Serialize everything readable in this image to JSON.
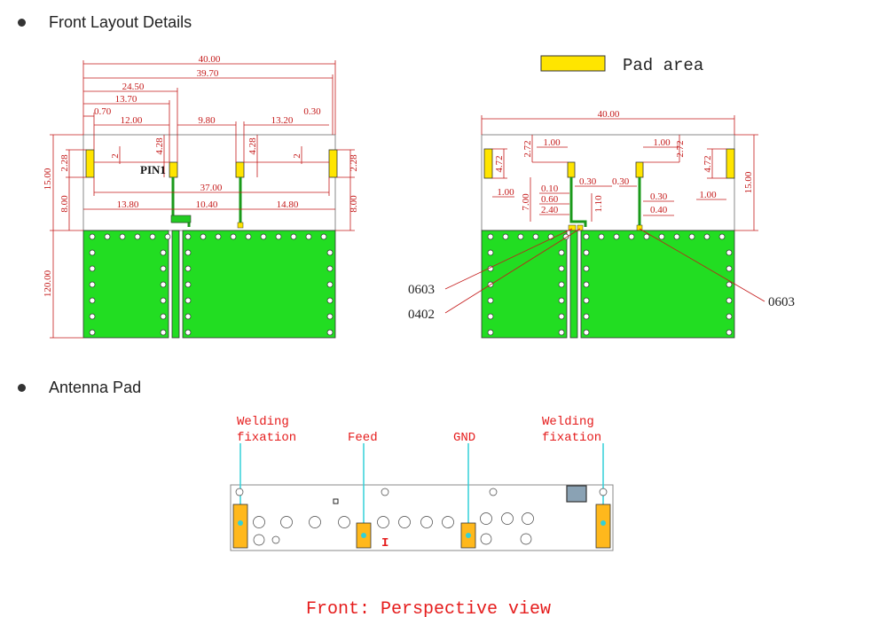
{
  "sections": {
    "front_layout": "Front Layout Details",
    "antenna_pad": "Antenna Pad"
  },
  "legend": {
    "pad_area": "Pad area"
  },
  "left_diagram": {
    "pin_label": "PIN1",
    "dims": {
      "d40": "40.00",
      "d3970": "39.70",
      "d2450": "24.50",
      "d1370": "13.70",
      "d070": "0.70",
      "d1200": "12.00",
      "d980": "9.80",
      "d1320": "13.20",
      "d030": "0.30",
      "d228a": "2.28",
      "d2a": "2",
      "d428a": "4.28",
      "d428b": "4.28",
      "d2b": "2",
      "d228b": "2.28",
      "d1500": "15.00",
      "d800a": "8.00",
      "d800b": "8.00",
      "d3700": "37.00",
      "d1380": "13.80",
      "d1040": "10.40",
      "d1480": "14.80",
      "d12000": "120.00"
    }
  },
  "right_diagram": {
    "dims": {
      "d40": "40.00",
      "d472a": "4.72",
      "d272a": "2.72",
      "d100a": "1.00",
      "d100b": "1.00",
      "d272b": "2.72",
      "d472b": "4.72",
      "d1500": "15.00",
      "d100c": "1.00",
      "d700": "7.00",
      "d010": "0.10",
      "d060": "0.60",
      "d240": "2.40",
      "d030a": "0.30",
      "d030b": "0.30",
      "d110": "1.10",
      "d030c": "0.30",
      "d040": "0.40",
      "d100d": "1.00"
    },
    "components": {
      "c0603a": "0603",
      "c0402": "0402",
      "c0603b": "0603"
    }
  },
  "antenna": {
    "labels": {
      "welding_left_1": "Welding",
      "welding_left_2": "fixation",
      "feed": "Feed",
      "gnd": "GND",
      "welding_right_1": "Welding",
      "welding_right_2": "fixation",
      "feed_mark": "I"
    },
    "caption": "Front: Perspective view"
  },
  "colors": {
    "pad": "#ffe500",
    "pcb": "#22dd22",
    "dimension": "#c41a1a",
    "label_red": "#e51c1c"
  }
}
